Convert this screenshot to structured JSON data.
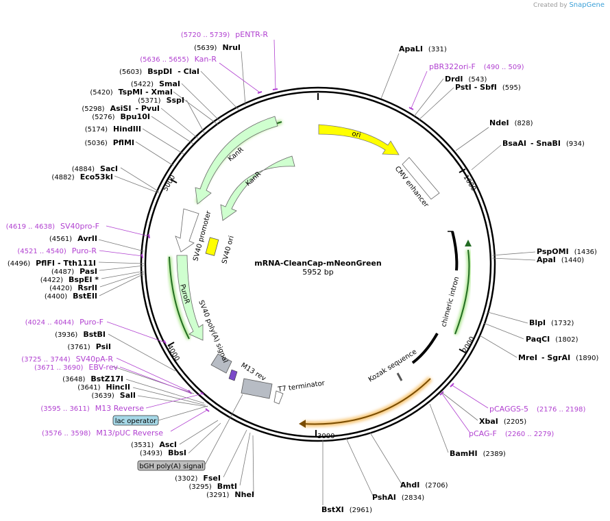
{
  "header": {
    "created_by": "Created by",
    "brand": "SnapGene"
  },
  "plasmid": {
    "name": "mRNA-CleanCap-mNeonGreen",
    "size": "5952 bp"
  },
  "ticks": [
    "1000",
    "2000",
    "3000",
    "4000",
    "5000"
  ],
  "enzymes": [
    {
      "name": "ApaLI",
      "pos": "(331)"
    },
    {
      "name": "DrdI",
      "pos": "(543)"
    },
    {
      "name": "PstI",
      "sep": "- SbfI",
      "pos": "(595)"
    },
    {
      "name": "NdeI",
      "pos": "(828)"
    },
    {
      "name": "BsaAI",
      "sep": "- SnaBI",
      "pos": "(934)"
    },
    {
      "name": "PspOMI",
      "pos": "(1436)"
    },
    {
      "name": "ApaI",
      "pos": "(1440)"
    },
    {
      "name": "BlpI",
      "pos": "(1732)"
    },
    {
      "name": "PaqCI",
      "pos": "(1802)"
    },
    {
      "name": "MreI",
      "sep": "- SgrAI",
      "pos": "(1890)"
    },
    {
      "name": "XbaI",
      "pos": "(2205)"
    },
    {
      "name": "BamHI",
      "pos": "(2389)"
    },
    {
      "name": "AhdI",
      "pos": "(2706)"
    },
    {
      "name": "PshAI",
      "pos": "(2834)"
    },
    {
      "name": "BstXI",
      "pos": "(2961)"
    },
    {
      "name": "NheI",
      "pos": "(3291)"
    },
    {
      "name": "BmtI",
      "pos": "(3295)"
    },
    {
      "name": "FseI",
      "pos": "(3302)"
    },
    {
      "name": "BbsI",
      "pos": "(3493)"
    },
    {
      "name": "AscI",
      "pos": "(3531)"
    },
    {
      "name": "SalI",
      "pos": "(3639)"
    },
    {
      "name": "HincII",
      "pos": "(3641)"
    },
    {
      "name": "BstZ17I",
      "pos": "(3648)"
    },
    {
      "name": "PsiI",
      "pos": "(3761)"
    },
    {
      "name": "BstBI",
      "pos": "(3936)"
    },
    {
      "name": "BstEII",
      "pos": "(4400)"
    },
    {
      "name": "RsrII",
      "pos": "(4420)"
    },
    {
      "name": "BspEI *",
      "pos": "(4422)"
    },
    {
      "name": "PasI",
      "pos": "(4487)"
    },
    {
      "name": "PflFI",
      "sep": "- Tth111I",
      "pos": "(4496)"
    },
    {
      "name": "AvrII",
      "pos": "(4561)"
    },
    {
      "name": "Eco53kI",
      "pos": "(4882)"
    },
    {
      "name": "SacI",
      "pos": "(4884)"
    },
    {
      "name": "PflMI",
      "pos": "(5036)"
    },
    {
      "name": "HindIII",
      "pos": "(5174)"
    },
    {
      "name": "Bpu10I",
      "pos": "(5276)"
    },
    {
      "name": "AsiSI",
      "sep": "- PvuI",
      "pos": "(5298)"
    },
    {
      "name": "SspI",
      "pos": "(5371)"
    },
    {
      "name": "TspMI",
      "sep": "- XmaI",
      "pos": "(5420)"
    },
    {
      "name": "SmaI",
      "pos": "(5422)"
    },
    {
      "name": "BspDI",
      "sep": "- ClaI",
      "pos": "(5603)"
    },
    {
      "name": "NruI",
      "pos": "(5639)"
    }
  ],
  "primers": [
    {
      "range": "(5720 .. 5739)",
      "name": "pENTR-R"
    },
    {
      "range": "(5636 .. 5655)",
      "name": "Kan-R"
    },
    {
      "range": "(490 .. 509)",
      "name": "pBR322ori-F"
    },
    {
      "range": "(4619 .. 4638)",
      "name": "SV40pro-F"
    },
    {
      "range": "(4521 .. 4540)",
      "name": "Puro-R"
    },
    {
      "range": "(4024 .. 4044)",
      "name": "Puro-F"
    },
    {
      "range": "(3725 .. 3744)",
      "name": "SV40pA-R"
    },
    {
      "range": "(3671 .. 3690)",
      "name": "EBV-rev"
    },
    {
      "range": "(3595 .. 3611)",
      "name": "M13 Reverse"
    },
    {
      "range": "(3576 .. 3598)",
      "name": "M13/pUC Reverse"
    },
    {
      "range": "(2176 .. 2198)",
      "name": "pCAGGS-5"
    },
    {
      "range": "(2260 .. 2279)",
      "name": "pCAG-F"
    }
  ],
  "boxed_labels": [
    "lac operator",
    "bGH poly(A) signal"
  ],
  "features": [
    "ori",
    "CMV enhancer",
    "chimeric intron",
    "Kozak sequence",
    "KanR",
    "KanR",
    "SV40 promoter",
    "SV40 ori",
    "PuroR",
    "SV40 poly(A) signal",
    "M13 rev",
    "T7 terminator"
  ],
  "colors": {
    "ori": "#ffff00",
    "kan": "#cfffcf",
    "puro": "#cfffcf",
    "mng": "#f5a623",
    "primer": "#b03fd0",
    "backbone": "#000000",
    "lac": "#a6d8e7",
    "bgh": "#bdbdbd",
    "gray_feature": "#b7bcc4"
  }
}
